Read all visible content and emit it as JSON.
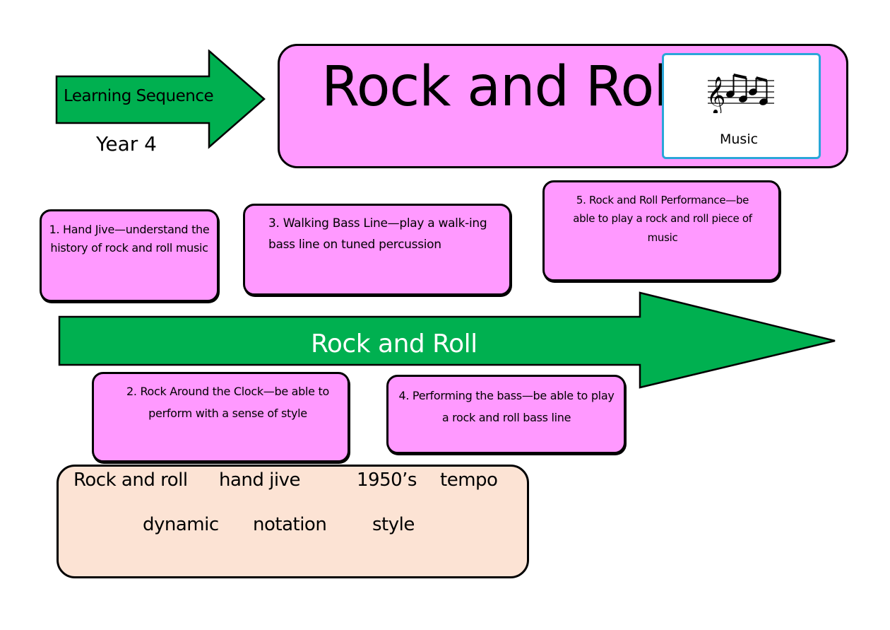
{
  "header": {
    "arrow_label": "Learning Sequence",
    "year": "Year 4",
    "title": "Rock and Roll",
    "subject_icon": "treble-clef-notes-icon",
    "subject_label": "Music"
  },
  "timeline": {
    "label": "Rock and Roll",
    "color": "#00b050"
  },
  "steps": [
    {
      "text": "1. Hand Jive—understand the history of rock and roll music"
    },
    {
      "text": "2. Rock Around the Clock—be able to perform with a sense of style"
    },
    {
      "text": "3. Walking Bass Line—play a walk-ing bass line on tuned percussion"
    },
    {
      "text": "4. Performing the bass—be able to play a rock and roll bass line"
    },
    {
      "text": "5. Rock and Roll Performance—be able to play a rock and roll piece of music"
    }
  ],
  "vocabulary": [
    "Rock and roll",
    "hand jive",
    "1950’s",
    "tempo",
    "dynamic",
    "notation",
    "style"
  ],
  "colors": {
    "step_box": "#ff99ff",
    "vocab_box": "#fce3d4",
    "arrow_green": "#00b050",
    "music_card_border": "#2aa6d8"
  }
}
